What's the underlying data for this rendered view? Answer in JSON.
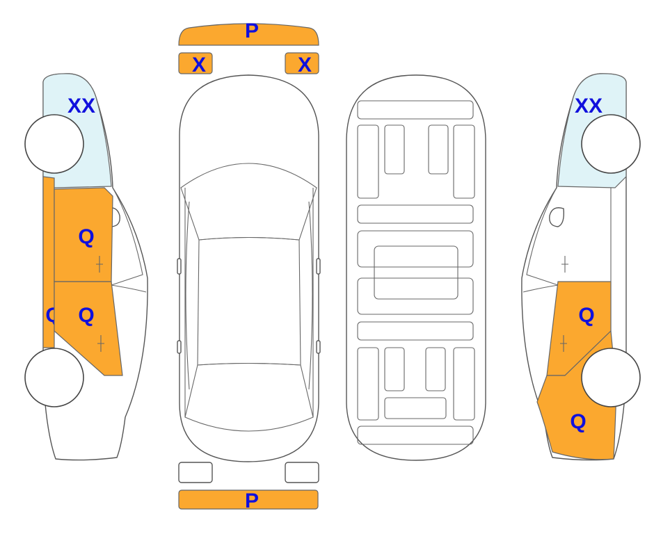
{
  "colors": {
    "damage_fill": "#FBA82F",
    "glass_tint": "#DFF3F7",
    "code_text": "#1010DD",
    "outline": "#555555"
  },
  "codes": {
    "front_bumper": "P",
    "rear_bumper": "P",
    "front_left_light": "X",
    "front_right_light": "X",
    "left_side_rear_glass": "XX",
    "right_side_rear_glass": "XX",
    "left_rear_door": "Q",
    "left_front_door": "Q",
    "left_rocker": "Q",
    "right_front_door": "Q",
    "right_front_fender": "Q"
  }
}
